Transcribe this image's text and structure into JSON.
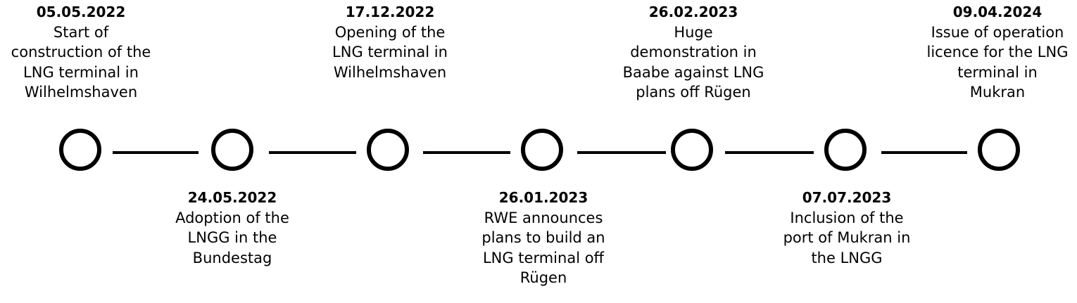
{
  "events": [
    {
      "date": "05.05.2022",
      "description": "Start of\nconstruction of the\nLNG terminal in\nWilhelmshaven"
    },
    {
      "date": "24.05.2022",
      "description": "Adoption of the\nLNGG in the\nBundestag"
    },
    {
      "date": "17.12.2022",
      "description": "Opening of the\nLNG terminal in\nWilhelmshaven"
    },
    {
      "date": "26.01.2023",
      "description": "RWE announces\nplans to build an\nLNG terminal off\nRügen"
    },
    {
      "date": "26.02.2023",
      "description": "Huge\ndemonstration in\nBaabe against LNG\nplans off Rügen"
    },
    {
      "date": "07.07.2023",
      "description": "Inclusion of the\nport of Mukran in\nthe LNGG"
    },
    {
      "date": "09.04.2024",
      "description": "Issue of operation\nlicence for the LNG\nterminal in\nMukran"
    }
  ],
  "colors": {
    "line": "#000000",
    "node_border": "#000000",
    "background": "#ffffff"
  }
}
